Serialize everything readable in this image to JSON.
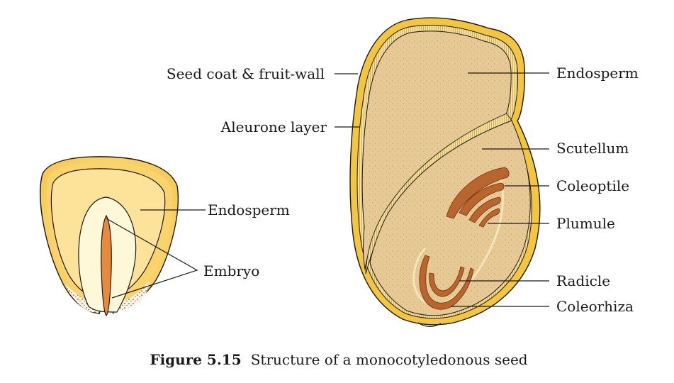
{
  "caption": {
    "figure_number": "Figure 5.15",
    "text": "Structure of a monocotyledonous seed"
  },
  "labels": {
    "seed_coat": "Seed coat & fruit-wall",
    "aleurone": "Aleurone layer",
    "endosperm_right": "Endosperm",
    "scutellum": "Scutellum",
    "coleoptile": "Coleoptile",
    "plumule": "Plumule",
    "radicle": "Radicle",
    "coleorhiza": "Coleorhiza",
    "endosperm_left": "Endosperm",
    "embryo": "Embryo"
  },
  "colors": {
    "endosperm_fill": "#e8cc98",
    "coat_yellow": "#f3c63d",
    "aleurone_band": "#f7df93",
    "embryo_brown": "#b8652e",
    "left_seed_outer": "#f7cf5a",
    "left_seed_inner": "#fdebb1",
    "left_embryo": "#e9893a"
  }
}
